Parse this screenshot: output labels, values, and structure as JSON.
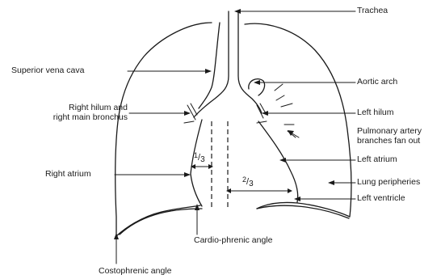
{
  "labels": {
    "trachea": "Trachea",
    "superior_vena_cava": "Superior vena cava",
    "aortic_arch": "Aortic arch",
    "right_hilum_line1": "Right hilum and",
    "right_hilum_line2": "right main bronchus",
    "left_hilum": "Left hilum",
    "pulmonary_artery_line1": "Pulmonary artery",
    "pulmonary_artery_line2": "branches fan out",
    "left_atrium": "Left atrium",
    "right_atrium": "Right atrium",
    "lung_peripheries": "Lung peripheries",
    "left_ventricle": "Left ventricle",
    "cardio_phrenic_angle": "Cardio-phrenic angle",
    "costophrenic_angle": "Costophrenic angle"
  },
  "fractions": {
    "one_third_num": "1",
    "one_third_den": "3",
    "two_thirds_num": "2",
    "two_thirds_den": "3"
  }
}
